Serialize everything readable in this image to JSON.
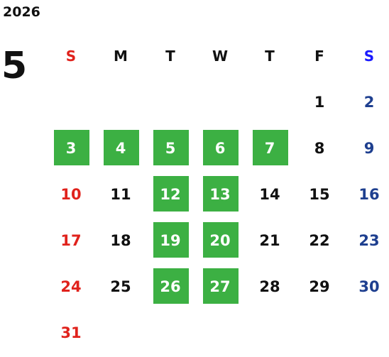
{
  "calendar": {
    "year": "2026",
    "month": "5",
    "weekdays": [
      "S",
      "M",
      "T",
      "W",
      "T",
      "F",
      "S"
    ],
    "colors": {
      "sunday": "#e0221c",
      "saturday": "#1e3f8f",
      "saturday_header": "#1a1aff",
      "highlight": "#3cb043",
      "weekday": "#111111"
    },
    "weeks": [
      [
        "",
        "",
        "",
        "",
        "",
        "1",
        "2"
      ],
      [
        "3",
        "4",
        "5",
        "6",
        "7",
        "8",
        "9"
      ],
      [
        "10",
        "11",
        "12",
        "13",
        "14",
        "15",
        "16"
      ],
      [
        "17",
        "18",
        "19",
        "20",
        "21",
        "22",
        "23"
      ],
      [
        "24",
        "25",
        "26",
        "27",
        "28",
        "29",
        "30"
      ],
      [
        "31",
        "",
        "",
        "",
        "",
        "",
        ""
      ]
    ],
    "highlighted_days": [
      "3",
      "4",
      "5",
      "6",
      "7",
      "12",
      "13",
      "19",
      "20",
      "26",
      "27"
    ]
  }
}
